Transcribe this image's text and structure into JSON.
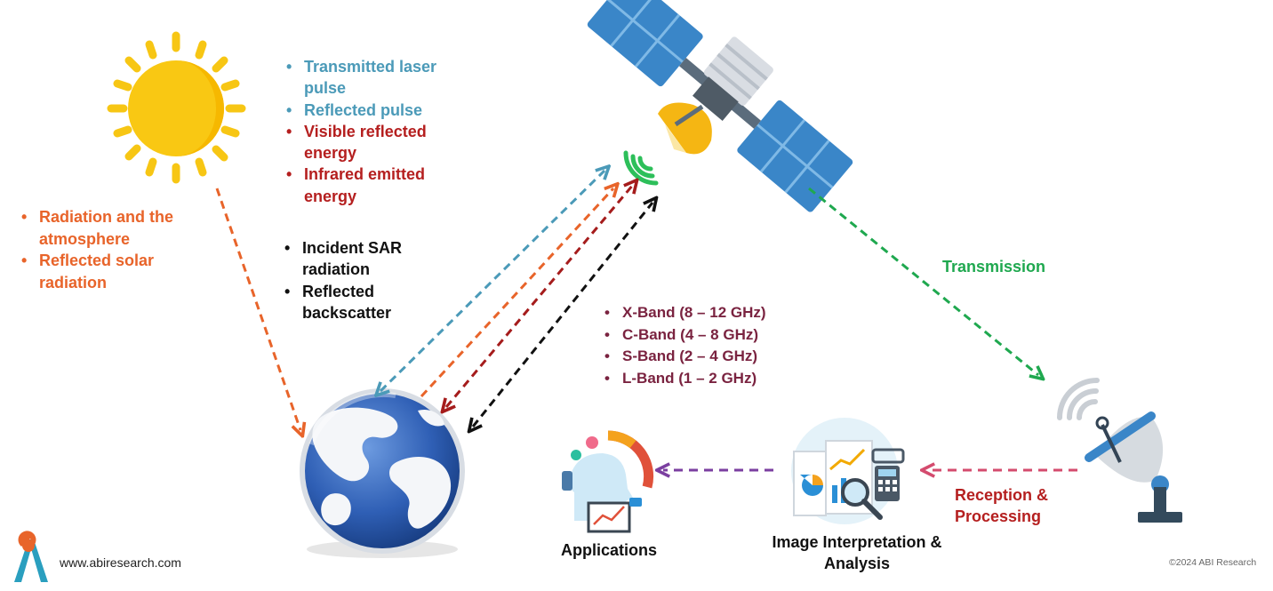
{
  "sun_list": [
    "Radiation and the atmosphere",
    "Reflected solar radiation"
  ],
  "satellite_list_a": [
    {
      "text": "Transmitted laser pulse",
      "color": "#4b9ab8"
    },
    {
      "text": "Reflected pulse",
      "color": "#4b9ab8"
    },
    {
      "text": "Visible reflected energy",
      "color": "#b51f1f"
    },
    {
      "text": "Infrared emitted energy",
      "color": "#b51f1f"
    }
  ],
  "satellite_list_b": [
    "Incident SAR radiation",
    "Reflected backscatter"
  ],
  "bands": [
    "X-Band (8 – 12 GHz)",
    "C-Band (4 – 8 GHz)",
    "S-Band (2 – 4 GHz)",
    "L-Band (1 – 2 GHz)"
  ],
  "labels": {
    "transmission": "Transmission",
    "reception": "Reception & Processing",
    "image_analysis": "Image Interpretation & Analysis",
    "applications": "Applications"
  },
  "footer": {
    "website": "www.abiresearch.com",
    "copyright": "©2024 ABI Research"
  },
  "colors": {
    "orange": "#e8642a",
    "teal": "#4b9ab8",
    "red": "#b51f1f",
    "maroon": "#7a2340",
    "green": "#1fa84f",
    "pink": "#d44b6e",
    "purple": "#7b3fa0"
  }
}
